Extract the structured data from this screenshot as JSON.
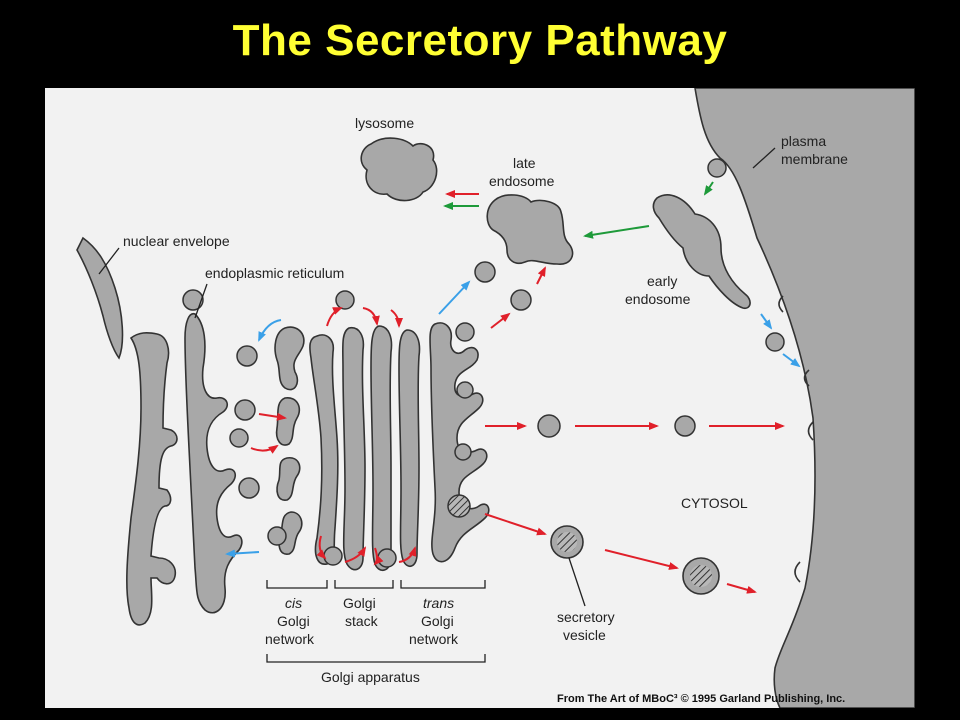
{
  "title": "The Secretory Pathway",
  "labels": {
    "lysosome": "lysosome",
    "late_endosome_1": "late",
    "late_endosome_2": "endosome",
    "plasma_membrane_1": "plasma",
    "plasma_membrane_2": "membrane",
    "nuclear_envelope": "nuclear envelope",
    "endoplasmic_reticulum": "endoplasmic reticulum",
    "early_endosome_1": "early",
    "early_endosome_2": "endosome",
    "cytosol": "CYTOSOL",
    "secretory_vesicle_1": "secretory",
    "secretory_vesicle_2": "vesicle",
    "cis_1": "cis",
    "cis_2": "Golgi",
    "cis_3": "network",
    "stack_1": "Golgi",
    "stack_2": "stack",
    "trans_1": "trans",
    "trans_2": "Golgi",
    "trans_3": "network",
    "golgi_apparatus": "Golgi apparatus"
  },
  "credit": "From The Art of MBoC³ © 1995 Garland Publishing, Inc.",
  "colors": {
    "title": "#ffff33",
    "background": "#000000",
    "panel": "#f2f2f2",
    "organelle_fill": "#a8a8a8",
    "arrow_red": "#e0202a",
    "arrow_blue": "#3aa0e8",
    "arrow_green": "#1e9a3a"
  }
}
